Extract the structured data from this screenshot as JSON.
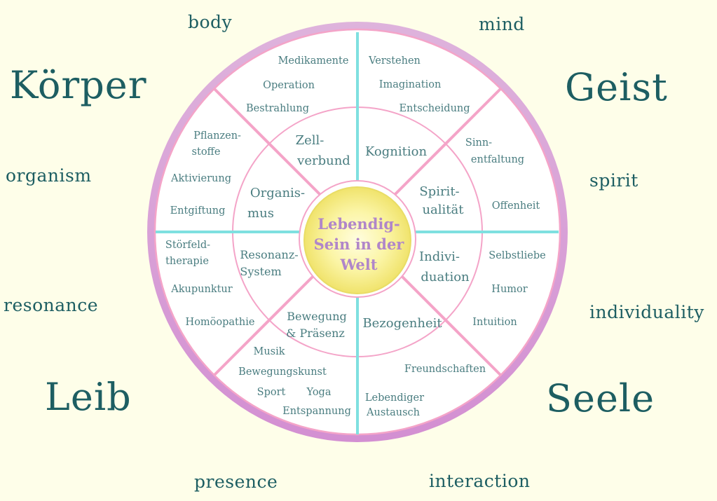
{
  "outer": {
    "body": "body",
    "mind": "mind",
    "koerper": "Körper",
    "geist": "Geist",
    "organism": "organism",
    "spirit": "spirit",
    "resonance": "resonance",
    "individuality": "individuality",
    "leib": "Leib",
    "seele": "Seele",
    "presence": "presence",
    "interaction": "interaction"
  },
  "center": {
    "line1": "Lebendig-",
    "line2": "Sein in der",
    "line3": "Welt"
  },
  "middle_ring": {
    "zellverbund_1": "Zell-",
    "zellverbund_2": "verbund",
    "kognition": "Kognition",
    "spiritualitaet_1": "Spirit-",
    "spiritualitaet_2": "ualität",
    "individuation_1": "Indivi-",
    "individuation_2": "duation",
    "bezogenheit": "Bezogenheit",
    "bewegung_1": "Bewegung",
    "bewegung_2": "& Präsenz",
    "resonanz_1": "Resonanz-",
    "resonanz_2": "System",
    "organismus_1": "Organis-",
    "organismus_2": "mus"
  },
  "outer_ring": {
    "medikamente": "Medikamente",
    "operation": "Operation",
    "bestrahlung": "Bestrahlung",
    "verstehen": "Verstehen",
    "imagination": "Imagination",
    "entscheidung": "Entscheidung",
    "sinn_1": "Sinn-",
    "sinn_2": "entfaltung",
    "offenheit": "Offenheit",
    "selbstliebe": "Selbstliebe",
    "humor": "Humor",
    "intuition": "Intuition",
    "freundschaften": "Freundschaften",
    "austausch_1": "Lebendiger",
    "austausch_2": "Austausch",
    "musik": "Musik",
    "bewegungskunst": "Bewegungskunst",
    "sport": "Sport",
    "yoga": "Yoga",
    "entspannung": "Entspannung",
    "homoeopathie": "Homöopathie",
    "akupunktur": "Akupunktur",
    "stoerfeld_1": "Störfeld-",
    "stoerfeld_2": "therapie",
    "entgiftung": "Entgiftung",
    "aktivierung": "Aktivierung",
    "pflanzen_1": "Pflanzen-",
    "pflanzen_2": "stoffe"
  },
  "colors": {
    "background": "#fefee9",
    "outer_ring": "#d9a3d8",
    "pink_lines": "#f4a4c8",
    "cyan_lines": "#7fe0e0",
    "text_teal": "#1d5e62",
    "center_text": "#b086c9",
    "center_fill": "#f7ef86"
  }
}
